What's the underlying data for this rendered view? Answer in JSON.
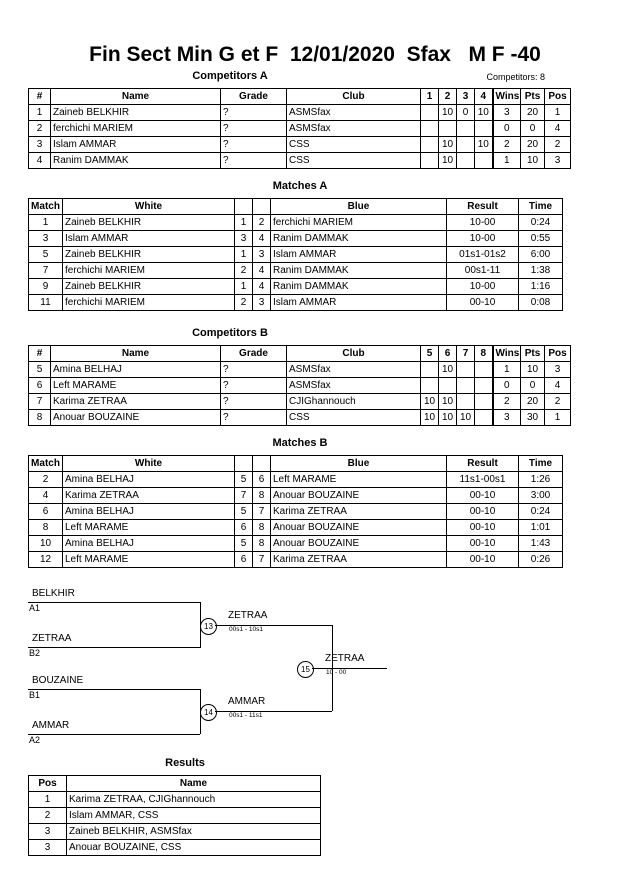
{
  "header": {
    "title": "Fin Sect Min G et F  12/01/2020  Sfax   M F -40",
    "competitors_label": "Competitors: 8"
  },
  "sections": {
    "competitors_a": "Competitors A",
    "matches_a": "Matches A",
    "competitors_b": "Competitors B",
    "matches_b": "Matches B",
    "results": "Results"
  },
  "competitors_a": {
    "columns": [
      "#",
      "Name",
      "Grade",
      "Club",
      "1",
      "2",
      "3",
      "4",
      "Wins",
      "Pts",
      "Pos"
    ],
    "rows": [
      {
        "num": "1",
        "name": "Zaineb BELKHIR",
        "grade": "?",
        "club": "ASMSfax",
        "m": [
          "",
          "10",
          "0",
          "10"
        ],
        "wins": "3",
        "pts": "20",
        "pos": "1"
      },
      {
        "num": "2",
        "name": "ferchichi MARIEM",
        "grade": "?",
        "club": "ASMSfax",
        "m": [
          "",
          "",
          "",
          ""
        ],
        "wins": "0",
        "pts": "0",
        "pos": "4"
      },
      {
        "num": "3",
        "name": "Islam AMMAR",
        "grade": "?",
        "club": "CSS",
        "m": [
          "",
          "10",
          "",
          "10"
        ],
        "wins": "2",
        "pts": "20",
        "pos": "2"
      },
      {
        "num": "4",
        "name": "Ranim DAMMAK",
        "grade": "?",
        "club": "CSS",
        "m": [
          "",
          "10",
          "",
          ""
        ],
        "wins": "1",
        "pts": "10",
        "pos": "3"
      }
    ]
  },
  "matches_a": {
    "columns": [
      "Match",
      "White",
      "",
      "",
      "Blue",
      "Result",
      "Time"
    ],
    "rows": [
      {
        "match": "1",
        "white": "Zaineb BELKHIR",
        "wn": "1",
        "bn": "2",
        "blue": "ferchichi MARIEM",
        "result": "10-00",
        "time": "0:24"
      },
      {
        "match": "3",
        "white": "Islam AMMAR",
        "wn": "3",
        "bn": "4",
        "blue": "Ranim DAMMAK",
        "result": "10-00",
        "time": "0:55"
      },
      {
        "match": "5",
        "white": "Zaineb BELKHIR",
        "wn": "1",
        "bn": "3",
        "blue": "Islam AMMAR",
        "result": "01s1-01s2",
        "time": "6:00"
      },
      {
        "match": "7",
        "white": "ferchichi MARIEM",
        "wn": "2",
        "bn": "4",
        "blue": "Ranim DAMMAK",
        "result": "00s1-11",
        "time": "1:38"
      },
      {
        "match": "9",
        "white": "Zaineb BELKHIR",
        "wn": "1",
        "bn": "4",
        "blue": "Ranim DAMMAK",
        "result": "10-00",
        "time": "1:16"
      },
      {
        "match": "11",
        "white": "ferchichi MARIEM",
        "wn": "2",
        "bn": "3",
        "blue": "Islam AMMAR",
        "result": "00-10",
        "time": "0:08"
      }
    ]
  },
  "competitors_b": {
    "columns": [
      "#",
      "Name",
      "Grade",
      "Club",
      "5",
      "6",
      "7",
      "8",
      "Wins",
      "Pts",
      "Pos"
    ],
    "rows": [
      {
        "num": "5",
        "name": "Amina BELHAJ",
        "grade": "?",
        "club": "ASMSfax",
        "m": [
          "",
          "10",
          "",
          ""
        ],
        "wins": "1",
        "pts": "10",
        "pos": "3"
      },
      {
        "num": "6",
        "name": "Left MARAME",
        "grade": "?",
        "club": "ASMSfax",
        "m": [
          "",
          "",
          "",
          ""
        ],
        "wins": "0",
        "pts": "0",
        "pos": "4"
      },
      {
        "num": "7",
        "name": "Karima ZETRAA",
        "grade": "?",
        "club": "CJIGhannouch",
        "m": [
          "10",
          "10",
          "",
          ""
        ],
        "wins": "2",
        "pts": "20",
        "pos": "2"
      },
      {
        "num": "8",
        "name": "Anouar BOUZAINE",
        "grade": "?",
        "club": "CSS",
        "m": [
          "10",
          "10",
          "10",
          ""
        ],
        "wins": "3",
        "pts": "30",
        "pos": "1"
      }
    ]
  },
  "matches_b": {
    "columns": [
      "Match",
      "White",
      "",
      "",
      "Blue",
      "Result",
      "Time"
    ],
    "rows": [
      {
        "match": "2",
        "white": "Amina BELHAJ",
        "wn": "5",
        "bn": "6",
        "blue": "Left MARAME",
        "result": "11s1-00s1",
        "time": "1:26"
      },
      {
        "match": "4",
        "white": "Karima ZETRAA",
        "wn": "7",
        "bn": "8",
        "blue": "Anouar BOUZAINE",
        "result": "00-10",
        "time": "3:00"
      },
      {
        "match": "6",
        "white": "Amina BELHAJ",
        "wn": "5",
        "bn": "7",
        "blue": "Karima ZETRAA",
        "result": "00-10",
        "time": "0:24"
      },
      {
        "match": "8",
        "white": "Left MARAME",
        "wn": "6",
        "bn": "8",
        "blue": "Anouar BOUZAINE",
        "result": "00-10",
        "time": "1:01"
      },
      {
        "match": "10",
        "white": "Amina BELHAJ",
        "wn": "5",
        "bn": "8",
        "blue": "Anouar BOUZAINE",
        "result": "00-10",
        "time": "1:43"
      },
      {
        "match": "12",
        "white": "Left MARAME",
        "wn": "6",
        "bn": "7",
        "blue": "Karima ZETRAA",
        "result": "00-10",
        "time": "0:26"
      }
    ]
  },
  "bracket": {
    "entries": [
      {
        "name": "BELKHIR",
        "seed": "A1"
      },
      {
        "name": "ZETRAA",
        "seed": "B2"
      },
      {
        "name": "BOUZAINE",
        "seed": "B1"
      },
      {
        "name": "AMMAR",
        "seed": "A2"
      }
    ],
    "nodes": [
      {
        "number": "13",
        "winner": "ZETRAA",
        "score": "00s1 - 10s1"
      },
      {
        "number": "14",
        "winner": "AMMAR",
        "score": "00s1 - 11s1"
      },
      {
        "number": "15",
        "winner": "ZETRAA",
        "score": "10 - 00"
      }
    ]
  },
  "results": {
    "columns": [
      "Pos",
      "Name"
    ],
    "rows": [
      {
        "pos": "1",
        "name": "Karima ZETRAA, CJIGhannouch"
      },
      {
        "pos": "2",
        "name": "Islam AMMAR, CSS"
      },
      {
        "pos": "3",
        "name": "Zaineb BELKHIR, ASMSfax"
      },
      {
        "pos": "3",
        "name": "Anouar BOUZAINE, CSS"
      }
    ]
  }
}
